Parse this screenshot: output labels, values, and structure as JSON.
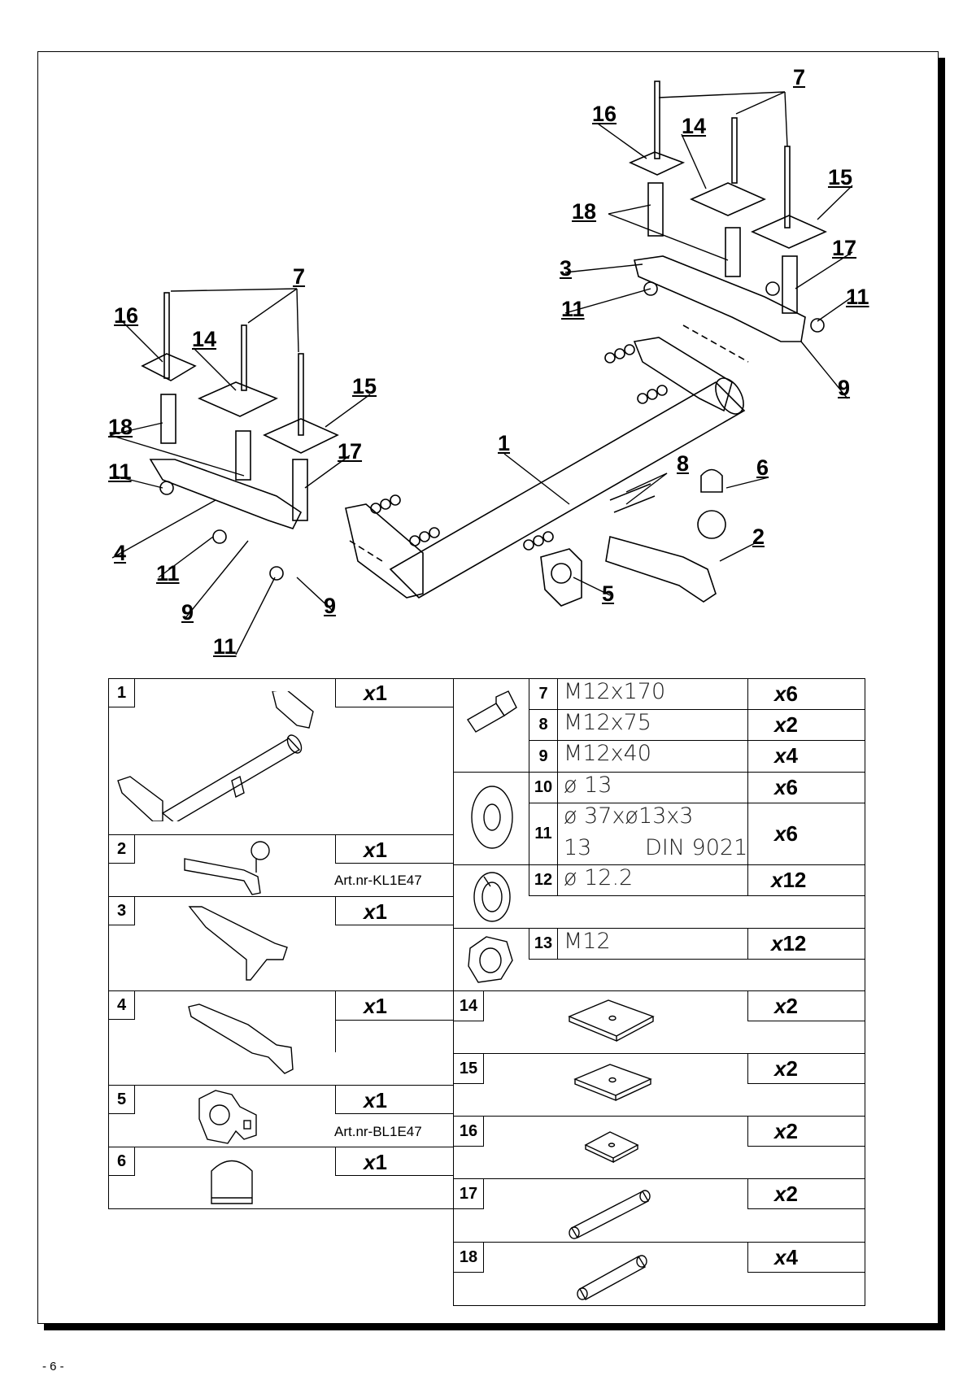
{
  "page_number": "- 6 -",
  "callouts": [
    "7",
    "16",
    "14",
    "15",
    "18",
    "3",
    "17",
    "11",
    "11",
    "9",
    "7",
    "16",
    "14",
    "15",
    "18",
    "17",
    "11",
    "4",
    "11",
    "9",
    "9",
    "11",
    "1",
    "8",
    "6",
    "2",
    "5"
  ],
  "parts": [
    {
      "no": "1",
      "qty": "1"
    },
    {
      "no": "2",
      "qty": "1",
      "art": "Art.nr-KL1E47"
    },
    {
      "no": "3",
      "qty": "1"
    },
    {
      "no": "4",
      "qty": "1"
    },
    {
      "no": "5",
      "qty": "1",
      "art": "Art.nr-BL1E47"
    },
    {
      "no": "6",
      "qty": "1"
    },
    {
      "no": "7",
      "spec": "M12x170",
      "qty": "6"
    },
    {
      "no": "8",
      "spec": "M12x75",
      "qty": "2"
    },
    {
      "no": "9",
      "spec": "M12x40",
      "qty": "4"
    },
    {
      "no": "10",
      "spec": "ø 13",
      "qty": "6"
    },
    {
      "no": "11",
      "spec": "ø 37xø13x3",
      "spec2": "13",
      "spec3": "DIN 9021",
      "qty": "6"
    },
    {
      "no": "12",
      "spec": "ø 12.2",
      "qty": "12"
    },
    {
      "no": "13",
      "spec": "M12",
      "qty": "12"
    },
    {
      "no": "14",
      "qty": "2"
    },
    {
      "no": "15",
      "qty": "2"
    },
    {
      "no": "16",
      "qty": "2"
    },
    {
      "no": "17",
      "qty": "2"
    },
    {
      "no": "18",
      "qty": "4"
    }
  ],
  "qty_prefix": "x"
}
